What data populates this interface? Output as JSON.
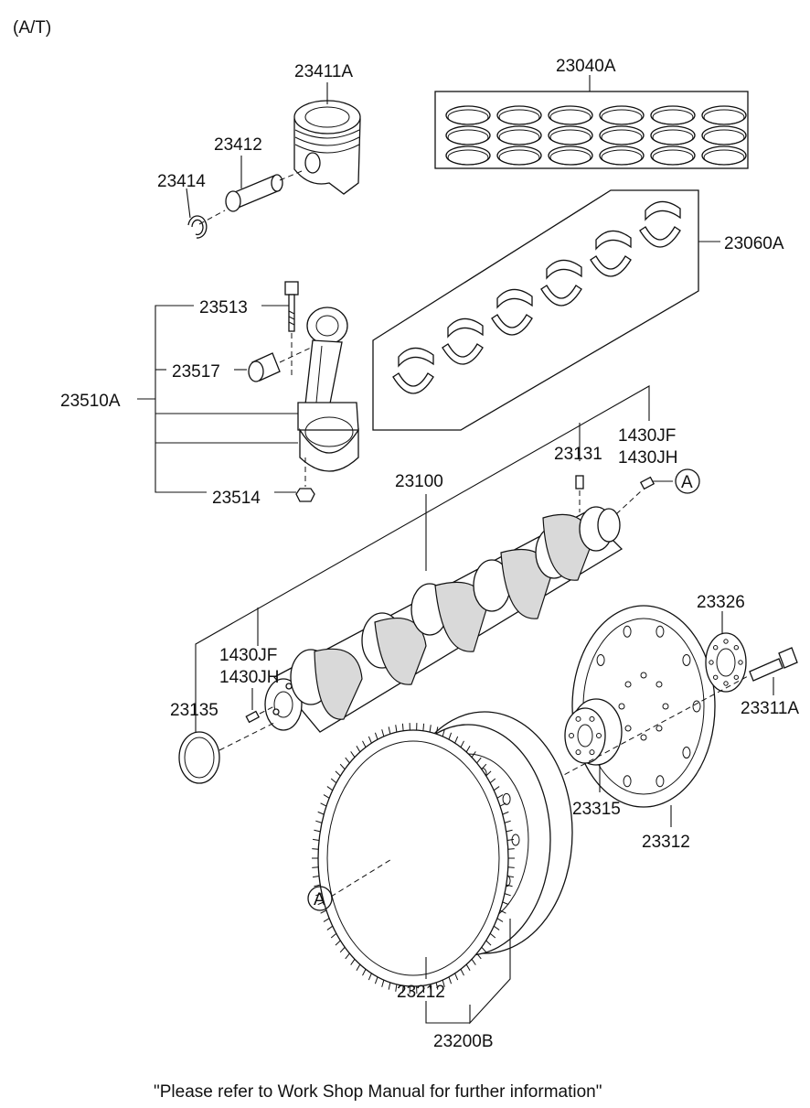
{
  "header": {
    "variant": "(A/T)"
  },
  "parts": {
    "piston": "23411A",
    "piston_pin": "23412",
    "snap_ring": "23414",
    "piston_ring_set": "23040A",
    "bearing_set": "23060A",
    "con_rod_bolt": "23513",
    "con_rod_bushing": "23517",
    "con_rod_assy": "23510A",
    "con_rod_nut": "23514",
    "pin_a_1": "1430JF",
    "pin_a_2": "1430JH",
    "key": "23131",
    "crankshaft": "23100",
    "pin_b_1": "1430JF",
    "pin_b_2": "1430JH",
    "rear_seal": "23135",
    "plate": "23326",
    "bolt": "23311A",
    "adapter": "23315",
    "drive_plate": "23312",
    "ring_gear": "23212",
    "flywheel_assy": "23200B"
  },
  "callouts": {
    "ref_a_top": "A",
    "ref_a_bottom": "A"
  },
  "footer": {
    "note": "\"Please refer to Work Shop Manual for further information\""
  }
}
